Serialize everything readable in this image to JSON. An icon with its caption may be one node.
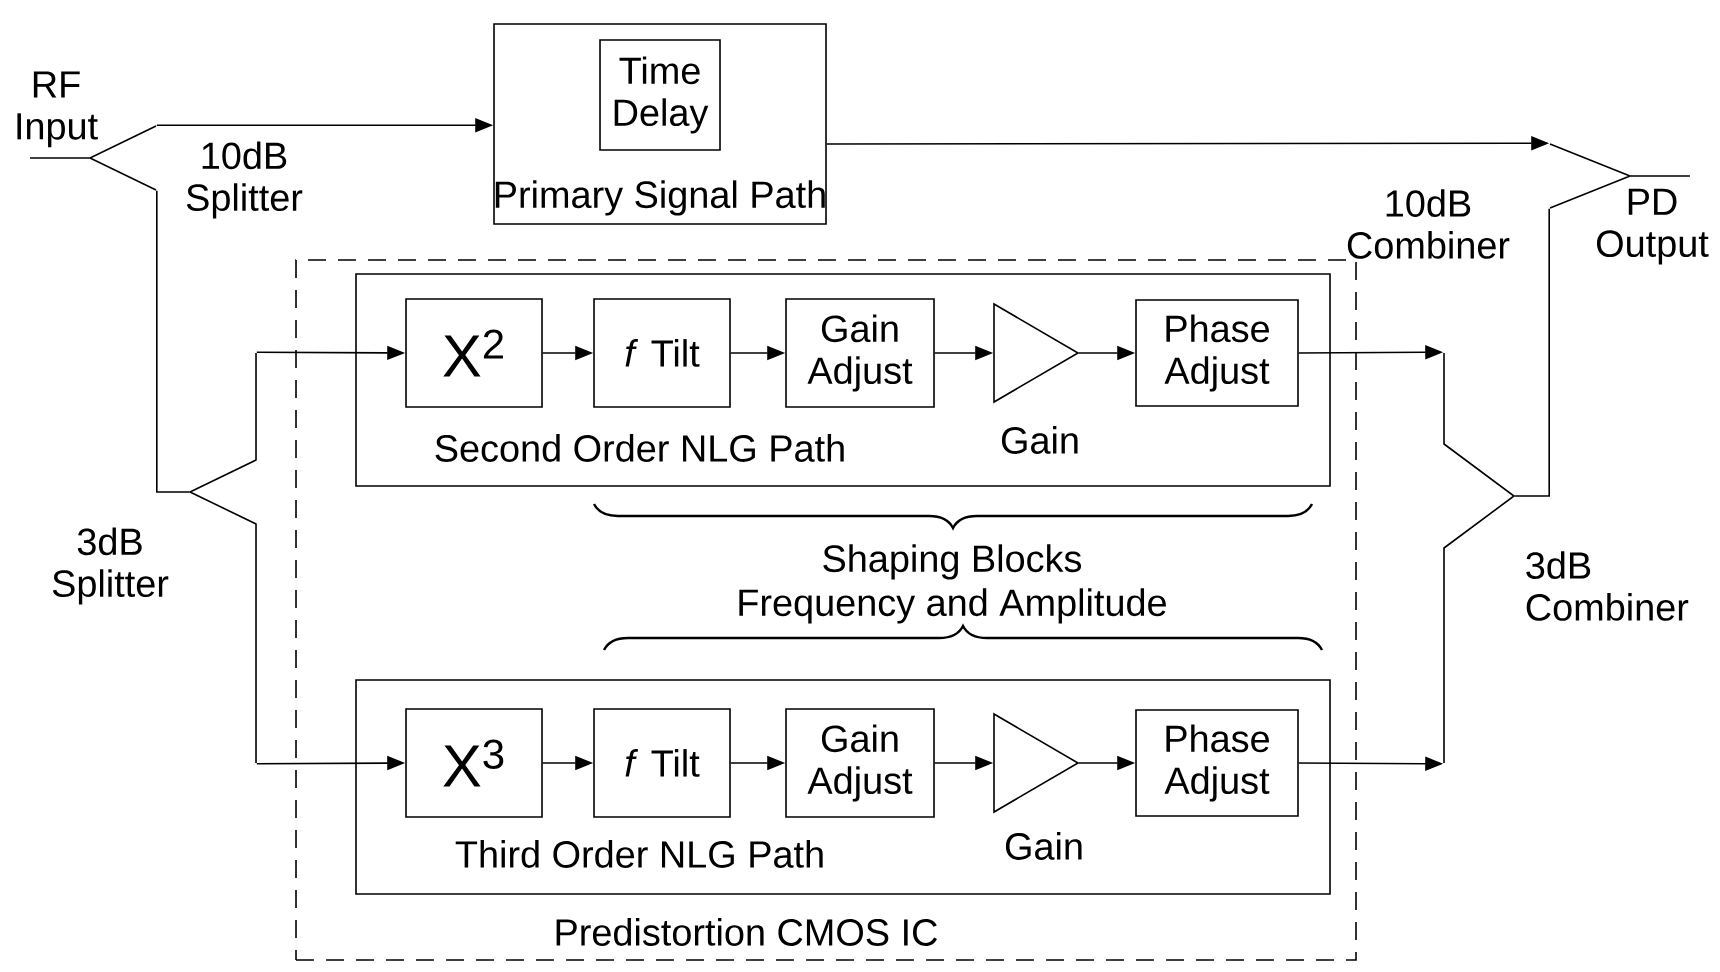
{
  "diagram": {
    "nodes": [
      {
        "text": [
          "RF Input"
        ]
      },
      {
        "text": [],
        "shape": "chevron",
        "beside": [
          "10dB Splitter"
        ]
      },
      {
        "text": [
          "Primary Signal Path"
        ]
      },
      {
        "text": [
          "Time Delay"
        ],
        "in": 2
      },
      {
        "text": [],
        "shape": "chevron",
        "beside": [
          "10dB Combiner"
        ]
      },
      {
        "text": [
          "PD Output"
        ]
      },
      {
        "text": [
          "Predistortion CMOS IC"
        ]
      },
      {
        "text": [],
        "shape": "chevron",
        "beside": [
          "3dB Splitter"
        ]
      },
      {
        "text": [
          "Second Order NLG Path"
        ],
        "in": 6
      },
      {
        "text": [
          "X$^{2}$"
        ],
        "in": 8
      },
      {
        "text": [
          "*f* Tilt"
        ],
        "in": 8
      },
      {
        "text": [
          "Gain Adjust"
        ],
        "in": 8
      },
      {
        "text": [],
        "shape": "triangle",
        "beside": [
          "Gain"
        ],
        "in": 8
      },
      {
        "text": [
          "Phase Adjust"
        ],
        "in": 8
      },
      {
        "text": [
          "Third Order NLG Path"
        ],
        "in": 6
      },
      {
        "text": [
          "X$^{3}$"
        ],
        "in": 14
      },
      {
        "text": [
          "*f* Tilt"
        ],
        "in": 14
      },
      {
        "text": [
          "Gain Adjust"
        ],
        "in": 14
      },
      {
        "text": [],
        "shape": "triangle",
        "beside": [
          "Gain"
        ],
        "in": 14
      },
      {
        "text": [
          "Phase Adjust"
        ],
        "in": 14
      },
      {
        "text": [],
        "shape": "chevron",
        "beside": [
          "3dB Combiner"
        ]
      }
    ],
    "edges": [
      {
        "from": 0,
        "to": 1,
        "arrow": "none"
      },
      {
        "from": 1,
        "to": 2,
        "arrow": "to"
      },
      {
        "from": 1,
        "to": 7,
        "arrow": "none"
      },
      {
        "from": 2,
        "to": 4,
        "arrow": "to"
      },
      {
        "from": 4,
        "to": 5,
        "arrow": "none"
      },
      {
        "from": 7,
        "to": 9,
        "arrow": "to"
      },
      {
        "from": 7,
        "to": 15,
        "arrow": "to"
      },
      {
        "from": 9,
        "to": 10,
        "arrow": "to"
      },
      {
        "from": 10,
        "to": 11,
        "arrow": "to"
      },
      {
        "from": 11,
        "to": 12,
        "arrow": "to"
      },
      {
        "from": 12,
        "to": 13,
        "arrow": "to"
      },
      {
        "from": 15,
        "to": 16,
        "arrow": "to"
      },
      {
        "from": 16,
        "to": 17,
        "arrow": "to"
      },
      {
        "from": 17,
        "to": 18,
        "arrow": "to"
      },
      {
        "from": 18,
        "to": 19,
        "arrow": "to"
      },
      {
        "from": 13,
        "to": 20,
        "arrow": "to"
      },
      {
        "from": 19,
        "to": 20,
        "arrow": "to"
      },
      {
        "from": 20,
        "to": 4,
        "arrow": "none"
      }
    ],
    "labels": [
      "Shaping Blocks",
      "Frequency and Amplitude"
    ]
  }
}
